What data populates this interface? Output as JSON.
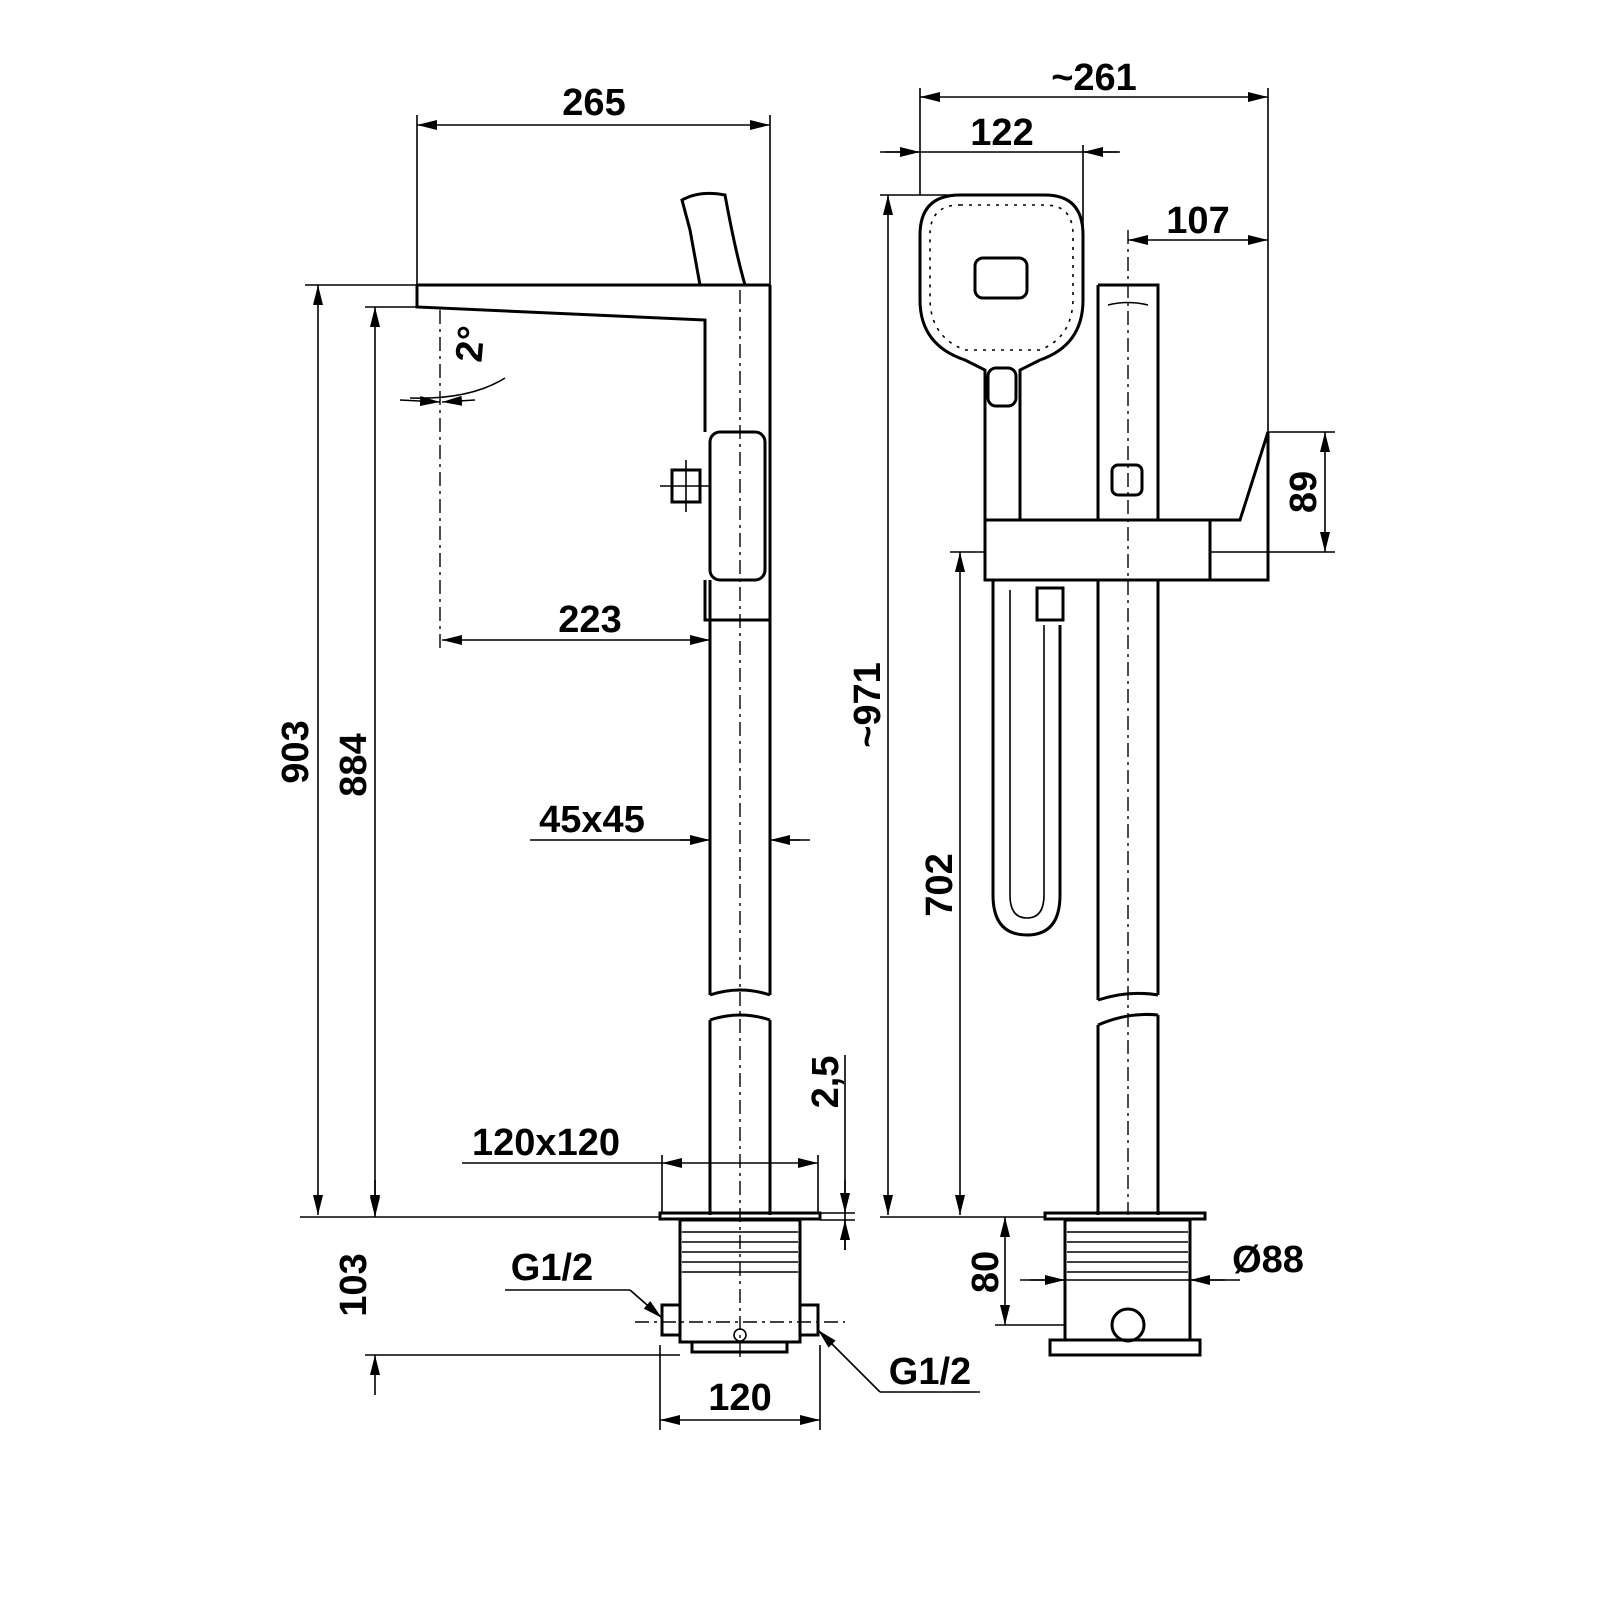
{
  "side_view": {
    "dim_width": "265",
    "dim_angle": "2°",
    "dim_reach": "223",
    "dim_height_total": "903",
    "dim_height_outlet": "884",
    "dim_column": "45x45",
    "dim_flange_thickness": "2,5",
    "dim_flange": "120x120",
    "dim_depth_below_floor": "103",
    "thread_left": "G1/2",
    "thread_right": "G1/2",
    "dim_box_width": "120"
  },
  "front_view": {
    "dim_total_width": "~261",
    "dim_shower_head": "122",
    "dim_lever_offset": "107",
    "dim_lever_height": "89",
    "dim_total_height": "~971",
    "dim_body_height": "702",
    "dim_box_depth": "80",
    "dim_diameter": "Ø88"
  }
}
